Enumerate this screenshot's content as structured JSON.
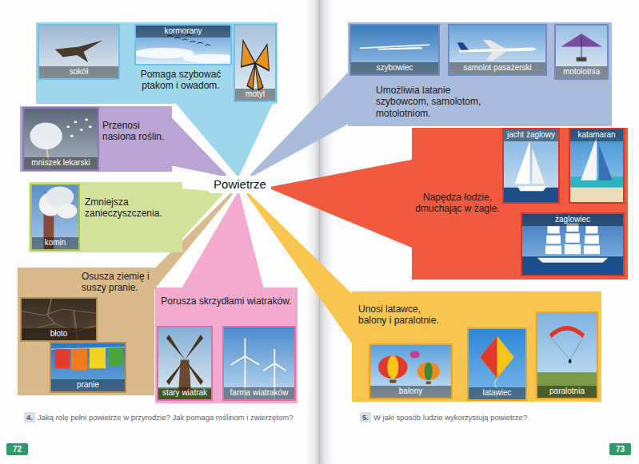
{
  "diagram": {
    "nodes": [
      {
        "text": [
          "Powietrze"
        ]
      },
      {
        "text": [
          "Pomaga szybować ptakom i owadom."
        ]
      },
      {
        "text": [
          "sokół"
        ],
        "in": 1
      },
      {
        "text": [
          "kormorany"
        ],
        "in": 1
      },
      {
        "text": [
          "motyl"
        ],
        "in": 1
      },
      {
        "text": [
          "Przenosi nasiona roślin."
        ]
      },
      {
        "text": [
          "mniszek lekarski"
        ],
        "in": 5
      },
      {
        "text": [
          "Zmniejsza zanieczyszczenia."
        ]
      },
      {
        "text": [
          "komin"
        ],
        "in": 7
      },
      {
        "text": [
          "Osusza ziemię i suszy pranie."
        ]
      },
      {
        "text": [
          "błoto"
        ],
        "in": 9
      },
      {
        "text": [
          "pranie"
        ],
        "in": 9
      },
      {
        "text": [
          "Porusza skrzydłami wiatraków."
        ]
      },
      {
        "text": [
          "stary wiatrak"
        ],
        "in": 12
      },
      {
        "text": [
          "farma wiatraków"
        ],
        "in": 12
      },
      {
        "text": [
          "Umożliwia latanie szybowcom, samolotom, motolotniom."
        ]
      },
      {
        "text": [
          "szybowiec"
        ],
        "in": 15
      },
      {
        "text": [
          "samolot pasażerski"
        ],
        "in": 15
      },
      {
        "text": [
          "motolotnia"
        ],
        "in": 15
      },
      {
        "text": [
          "Napędza łodzie, dmuchając w żagle."
        ]
      },
      {
        "text": [
          "jacht żaglowy"
        ],
        "in": 19
      },
      {
        "text": [
          "katamaran"
        ],
        "in": 19
      },
      {
        "text": [
          "żaglowiec"
        ],
        "in": 19
      },
      {
        "text": [
          "Unosi latawce, balony i paralotnie."
        ]
      },
      {
        "text": [
          "balony"
        ],
        "in": 23
      },
      {
        "text": [
          "latawiec"
        ],
        "in": 23
      },
      {
        "text": [
          "paralotnia"
        ],
        "in": 23
      }
    ],
    "edges": [
      {
        "from": 0,
        "to": 1,
        "arrow": "none"
      },
      {
        "from": 0,
        "to": 5,
        "arrow": "none"
      },
      {
        "from": 0,
        "to": 7,
        "arrow": "none"
      },
      {
        "from": 0,
        "to": 9,
        "arrow": "none"
      },
      {
        "from": 0,
        "to": 12,
        "arrow": "none"
      },
      {
        "from": 0,
        "to": 15,
        "arrow": "none"
      },
      {
        "from": 0,
        "to": 19,
        "arrow": "none"
      },
      {
        "from": 0,
        "to": 23,
        "arrow": "none"
      }
    ],
    "labels": [
      "4.",
      "Jaką rolę pełni powietrze w przyrodzie? Jak pomaga roślinom i zwierzętom?",
      "5.",
      "W jaki sposób ludzie wykorzystują powietrze?",
      "72",
      "73"
    ]
  }
}
